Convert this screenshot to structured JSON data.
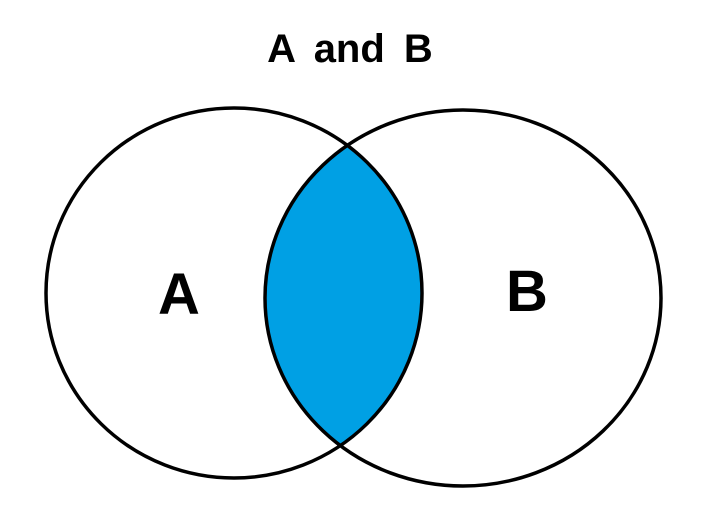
{
  "title": "A and B",
  "sets": [
    {
      "label": "A"
    },
    {
      "label": "B"
    }
  ],
  "highlight": "intersection",
  "colors": {
    "fill": "#00a0e4",
    "stroke": "#000000",
    "background": "#ffffff"
  }
}
